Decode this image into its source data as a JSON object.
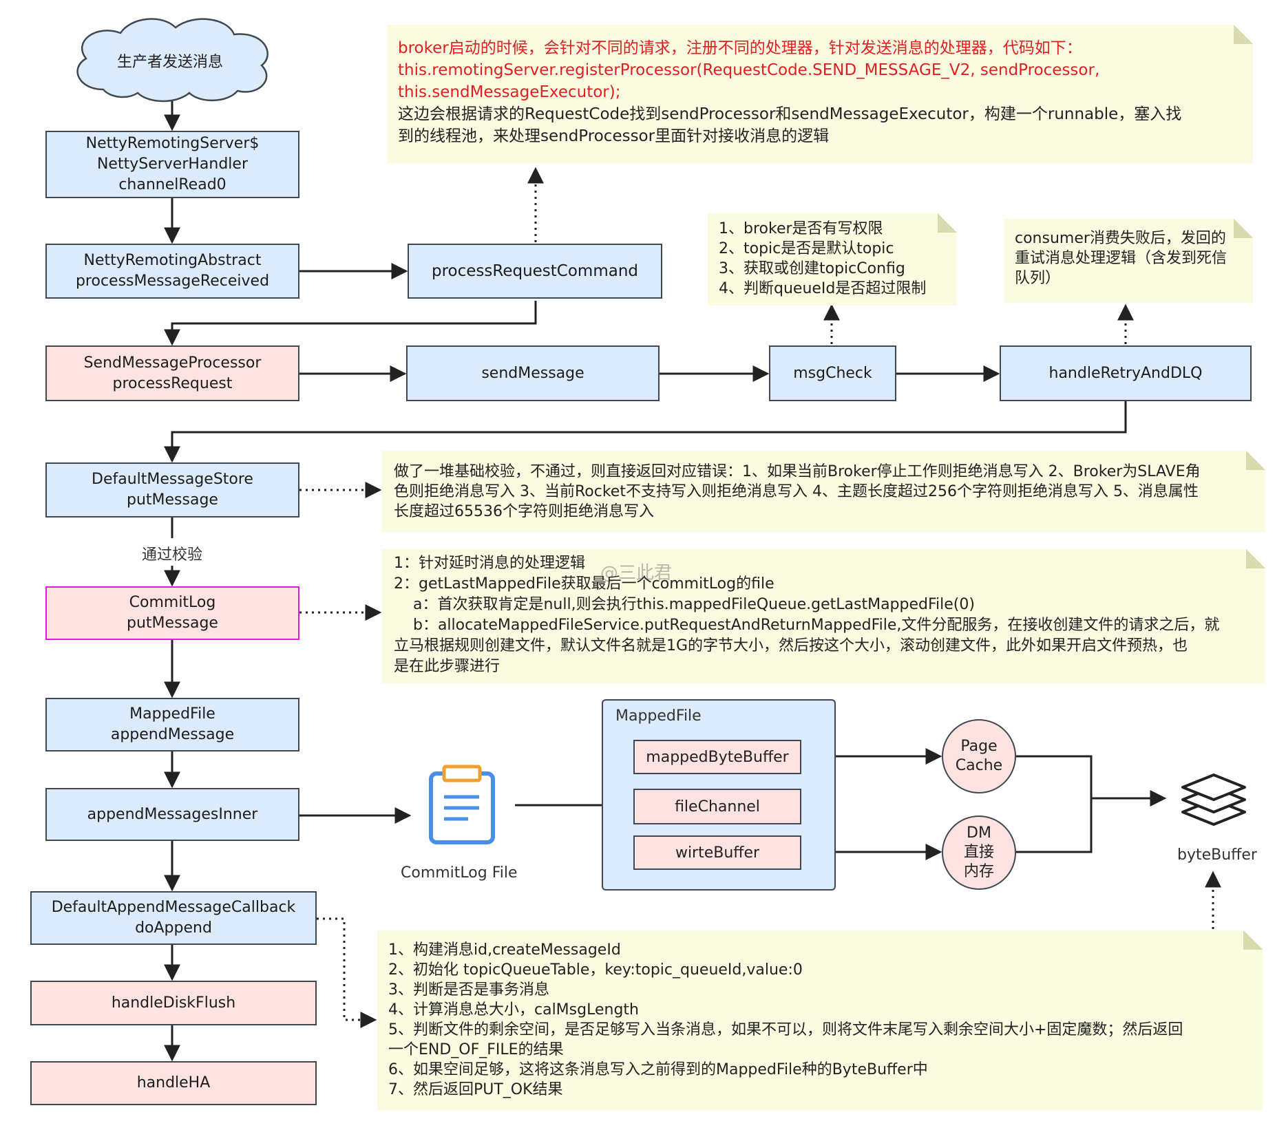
{
  "start": {
    "label": "生产者发送消息"
  },
  "nodes": {
    "netty_server": "NettyRemotingServer$\nNettyServerHandler\nchannelRead0",
    "netty_abstract": "NettyRemotingAbstract\nprocessMessageReceived",
    "process_request_command": "processRequestCommand",
    "send_message_processor": "SendMessageProcessor\nprocessRequest",
    "send_message": "sendMessage",
    "msg_check": "msgCheck",
    "handle_retry": "handleRetryAndDLQ",
    "default_message_store": "DefaultMessageStore\nputMessage",
    "commitlog_put": "CommitLog\nputMessage",
    "mapped_file_append": "MappedFile\nappendMessage",
    "append_inner": "appendMessagesInner",
    "default_append_callback": "DefaultAppendMessageCallback\ndoAppend",
    "handle_disk_flush": "handleDiskFlush",
    "handle_ha": "handleHA"
  },
  "edge_labels": {
    "pass_check": "通过校验"
  },
  "notes": {
    "broker_register": {
      "red_lines": [
        "broker启动的时候，会针对不同的请求，注册不同的处理器，针对发送消息的处理器，代码如下：",
        "this.remotingServer.registerProcessor(RequestCode.SEND_MESSAGE_V2, sendProcessor,",
        "this.sendMessageExecutor);"
      ],
      "lines": [
        "这边会根据请求的RequestCode找到sendProcessor和sendMessageExecutor，构建一个runnable，塞入找",
        "到的线程池，来处理sendProcessor里面针对接收消息的逻辑"
      ]
    },
    "msg_check": {
      "lines": [
        "1、broker是否有写权限",
        "2、topic是否是默认topic",
        "3、获取或创建topicConfig",
        "4、判断queueId是否超过限制"
      ]
    },
    "retry": {
      "lines": [
        "consumer消费失败后，发回的",
        "重试消息处理逻辑（含发到死信",
        "队列）"
      ]
    },
    "store_check": {
      "lines": [
        "做了一堆基础校验，不通过，则直接返回对应错误：1、如果当前Broker停止工作则拒绝消息写入 2、Broker为SLAVE角",
        "色则拒绝消息写入 3、当前Rocket不支持写入则拒绝消息写入 4、主题长度超过256个字符则拒绝消息写入 5、消息属性",
        "长度超过65536个字符则拒绝消息写入"
      ]
    },
    "commitlog": {
      "lines": [
        "1：针对延时消息的处理逻辑",
        "2：getLastMappedFile获取最后一个commitLog的file",
        "    a：首次获取肯定是null,则会执行this.mappedFileQueue.getLastMappedFile(0)",
        "    b：allocateMappedFileService.putRequestAndReturnMappedFile,文件分配服务，在接收创建文件的请求之后，就",
        "立马根据规则创建文件，默认文件名就是1G的字节大小，然后按这个大小，滚动创建文件，此外如果开启文件预热，也",
        "是在此步骤进行"
      ]
    },
    "do_append": {
      "lines": [
        "1、构建消息id,createMessageId",
        "2、初始化 topicQueueTable，key:topic_queueId,value:0",
        "3、判断是否是事务消息",
        "4、计算消息总大小，calMsgLength",
        "5、判断文件的剩余空间，是否足够写入当条消息，如果不可以，则将文件末尾写入剩余空间大小+固定魔数；然后返回",
        "一个END_OF_FILE的结果",
        "6、如果空间足够，这将这条消息写入之前得到的MappedFile种的ByteBuffer中",
        "7、然后返回PUT_OK结果"
      ]
    }
  },
  "mapped_file": {
    "title": "MappedFile",
    "items": [
      "mappedByteBuffer",
      "fileChannel",
      "wirteBuffer"
    ]
  },
  "commitlog_file": {
    "label": "CommitLog File"
  },
  "page_cache": {
    "label": "Page\nCache"
  },
  "dm_memory": {
    "label": "DM\n直接\n内存"
  },
  "byte_buffer": {
    "label": "byteBuffer"
  },
  "watermark": "@三此君",
  "colors": {
    "blue_box": "#dcebfb",
    "pink_box": "#fde2e2",
    "note": "#fbfbe2",
    "highlight_border": "#e018e0",
    "red_text": "#e02020"
  }
}
